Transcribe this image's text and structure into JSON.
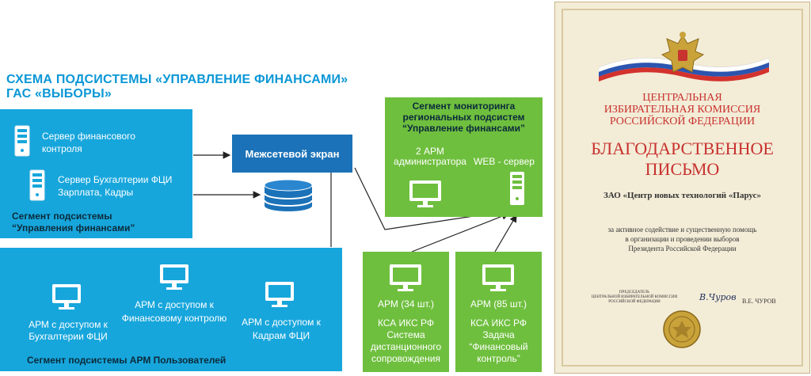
{
  "title": {
    "line1": "СХЕМА ПОДСИСТЕМЫ «УПРАВЛЕНИЕ ФИНАНСАМИ»",
    "line2": "ГАС «ВЫБОРЫ»"
  },
  "finance_segment": {
    "server1_line1": "Сервер финансового",
    "server1_line2": "контроля",
    "server2_line1": "Сервер Бухгалтерии ФЦИ",
    "server2_line2": "Зарплата, Кадры",
    "caption_line1": "Сегмент подсистемы",
    "caption_line2": "“Управления финансами”"
  },
  "firewall": {
    "label": "Межсетевой экран"
  },
  "users_segment": {
    "arm1_line1": "АРМ с доступом к",
    "arm1_line2": "Бухгалтерии ФЦИ",
    "arm2_line1": "АРМ с доступом к",
    "arm2_line2": "Финансовому контролю",
    "arm3_line1": "АРМ с доступом к",
    "arm3_line2": "Кадрам ФЦИ",
    "caption": "Сегмент подсистемы АРМ Пользователей"
  },
  "monitoring_segment": {
    "caption_line1": "Сегмент мониторинга",
    "caption_line2": "региональных подсистем",
    "caption_line3": "“Управление финансами”",
    "admin_line1": "2 АРМ",
    "admin_line2": "администратора",
    "web_server": "WEB - сервер"
  },
  "ks1": {
    "count": "АРМ (34 шт.)",
    "line1": "КСА ИКС РФ",
    "line2": "Система",
    "line3": "дистанционного",
    "line4": "сопровождения"
  },
  "ks2": {
    "count": "АРМ (85 шт.)",
    "line1": "КСА ИКС РФ",
    "line2": "Задача",
    "line3": "“Финансовый",
    "line4": "контроль”"
  },
  "letter": {
    "org_line1": "ЦЕНТРАЛЬНАЯ",
    "org_line2": "ИЗБИРАТЕЛЬНАЯ КОМИССИЯ",
    "org_line3": "РОССИЙСКОЙ ФЕДЕРАЦИИ",
    "heading_line1": "БЛАГОДАРСТВЕННОЕ",
    "heading_line2": "ПИСЬМО",
    "recipient": "ЗАО «Центр новых технологий «Парус»",
    "body_line1": "за активное содействие и существенную помощь",
    "body_line2": "в организации и проведении выборов",
    "body_line3": "Президента Российской Федерации",
    "sign_title_line1": "ПРЕДСЕДАТЕЛЬ",
    "sign_title_line2": "ЦЕНТРАЛЬНОЙ ИЗБИРАТЕЛЬНОЙ КОМИССИИ",
    "sign_title_line3": "РОССИЙСКОЙ ФЕДЕРАЦИИ",
    "signature": "В.Чуров",
    "signer": "В.Е. ЧУРОВ"
  },
  "colors": {
    "title": "#0a97d6",
    "segment_blue": "#17a6dc",
    "firewall": "#1b72b8",
    "segment_green": "#6fbf3e",
    "letter_red": "#c8322f"
  }
}
